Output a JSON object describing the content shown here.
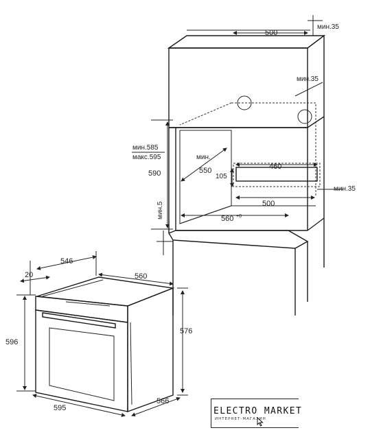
{
  "niche": {
    "top_width": "500",
    "top_clearance": "мин.35",
    "side_clearance": "мин.35",
    "back_clearance": "мин.35",
    "height_min": "мин.585",
    "height_max": "макс.595",
    "height": "590",
    "depth_min_label": "мин.",
    "depth_min_value": "550",
    "vent_width": "460",
    "vent_height": "105",
    "base_depth": "500",
    "width": "560",
    "width_tolerance": "+8",
    "bottom_gap": "мин.5"
  },
  "oven": {
    "front_offset": "20",
    "body_depth": "546",
    "body_width": "560",
    "total_height": "596",
    "body_height": "576",
    "front_width": "595",
    "total_depth": "566"
  },
  "logo": {
    "title": "ELECTRO MARKET",
    "subtitle": "ИНТЕРНЕТ-МАГАЗИН"
  }
}
